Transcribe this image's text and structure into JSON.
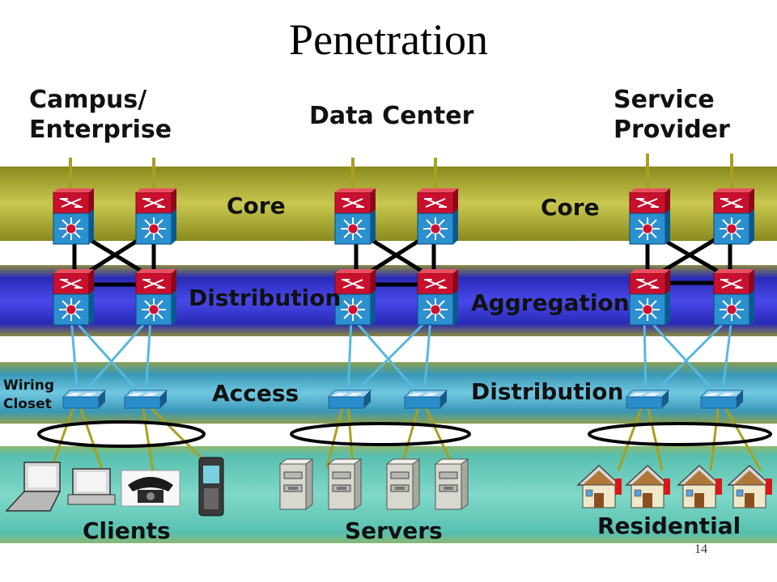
{
  "slide": {
    "title": "Penetration",
    "page_number": "14"
  },
  "columns": {
    "campus": {
      "heading_line1": "Campus/",
      "heading_line2": "Enterprise"
    },
    "datacenter": {
      "heading": "Data Center"
    },
    "provider": {
      "heading_line1": "Service",
      "heading_line2": "Provider"
    }
  },
  "layers": {
    "campus": {
      "core": "Core",
      "distribution": "Distribution",
      "access": "Access",
      "wiring_line1": "Wiring",
      "wiring_line2": "Closet"
    },
    "provider": {
      "core": "Core",
      "aggregation": "Aggregation",
      "distribution": "Distribution"
    }
  },
  "endpoints": {
    "clients": "Clients",
    "servers": "Servers",
    "residential": "Residential"
  },
  "icons": [
    "router-icon",
    "multilayer-switch-icon",
    "access-switch-icon",
    "laptop-icon",
    "desktop-icon",
    "telephone-icon",
    "mobile-phone-icon",
    "server-icon",
    "house-icon"
  ],
  "colors": {
    "core_band": "#9c9c28",
    "distribution_band": "#3a3ad0",
    "access_band": "#4aa8c0",
    "endpoint_band": "#5cc0b0",
    "router_red": "#c8102e",
    "switch_blue": "#1e88c8",
    "uplink_olive": "#a8a020",
    "access_link": "#58b8e0"
  }
}
